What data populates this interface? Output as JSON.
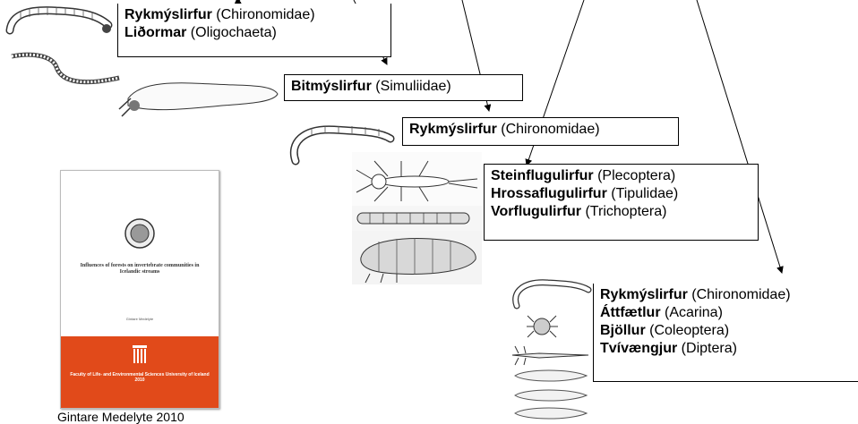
{
  "groups": [
    {
      "lines": [
        {
          "bold": "Rykmýslirfur",
          "rest": " (Chironomidae)"
        },
        {
          "bold": "Liðormar",
          "rest": " (Oligochaeta)"
        }
      ]
    },
    {
      "lines": [
        {
          "bold": "Bitmýslirfur",
          "rest": " (Simuliidae)"
        }
      ]
    },
    {
      "lines": [
        {
          "bold": "Rykmýslirfur",
          "rest": " (Chironomidae)"
        }
      ]
    },
    {
      "lines": [
        {
          "bold": "Steinflugulirfur",
          "rest": " (Plecoptera)"
        },
        {
          "bold": "Hrossaflugulirfur",
          "rest": " (Tipulidae)"
        },
        {
          "bold": "Vorflugulirfur",
          "rest": " (Trichoptera)"
        }
      ]
    },
    {
      "lines": [
        {
          "bold": "Rykmýslirfur",
          "rest": " (Chironomidae)"
        },
        {
          "bold": "Áttfætlur",
          "rest": " (Acarina)"
        },
        {
          "bold": "Bjöllur",
          "rest": " (Coleoptera)"
        },
        {
          "bold": "Tvívængjur",
          "rest": " (Diptera)"
        }
      ]
    }
  ],
  "cover": {
    "title": "Influences of forests on invertebrate communities in Icelandic streams",
    "author": "Gintare Medelyte",
    "faculty": "Faculty of Life- and Environmental Sciences University of Iceland 2010"
  },
  "caption": "Gintare Medelyte 2010",
  "colors": {
    "cover_band": "#e14a1a",
    "line": "#000000"
  },
  "icons": [
    "chironomid-larva-icon",
    "oligochaete-worm-icon",
    "simuliid-larva-icon",
    "stonefly-larva-icon",
    "tipulid-larva-icon",
    "caddisfly-larva-icon",
    "mite-icon",
    "beetle-larva-icon",
    "diptera-larva-icon",
    "university-seal-icon",
    "university-logo-icon"
  ]
}
